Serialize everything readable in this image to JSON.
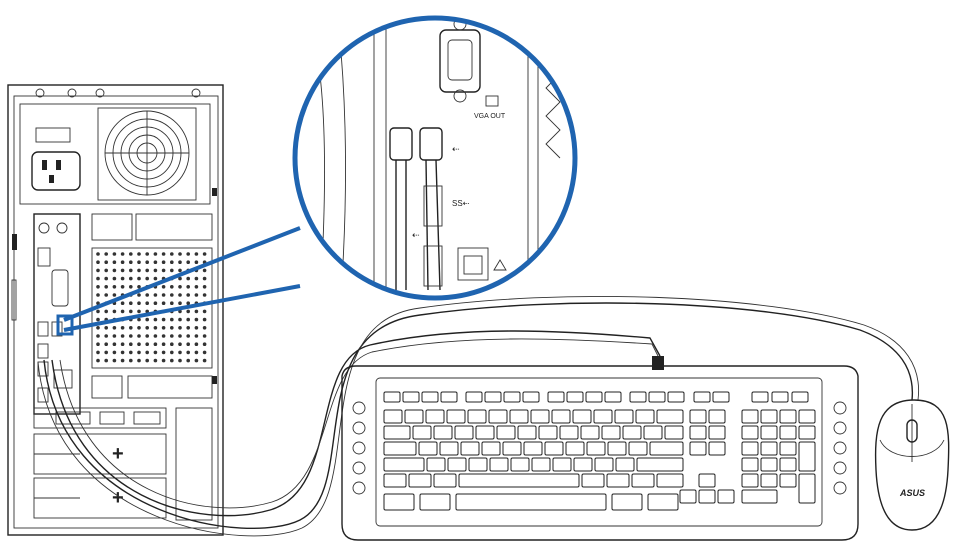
{
  "callout": {
    "vga_label": "VGA OUT",
    "usb_label_top": "⇠",
    "usb_label_mid": "SS⇠",
    "usb_label_bottom": "⇠"
  },
  "mouse": {
    "brand_logo": "ASUS"
  },
  "icons": [
    "tower-pc-icon",
    "usb-port-icon",
    "vga-port-icon",
    "keyboard-icon",
    "mouse-icon",
    "lan-port-icon"
  ],
  "colors": {
    "lens_ring": "#1f64b0",
    "line": "#222222",
    "background": "#ffffff"
  }
}
